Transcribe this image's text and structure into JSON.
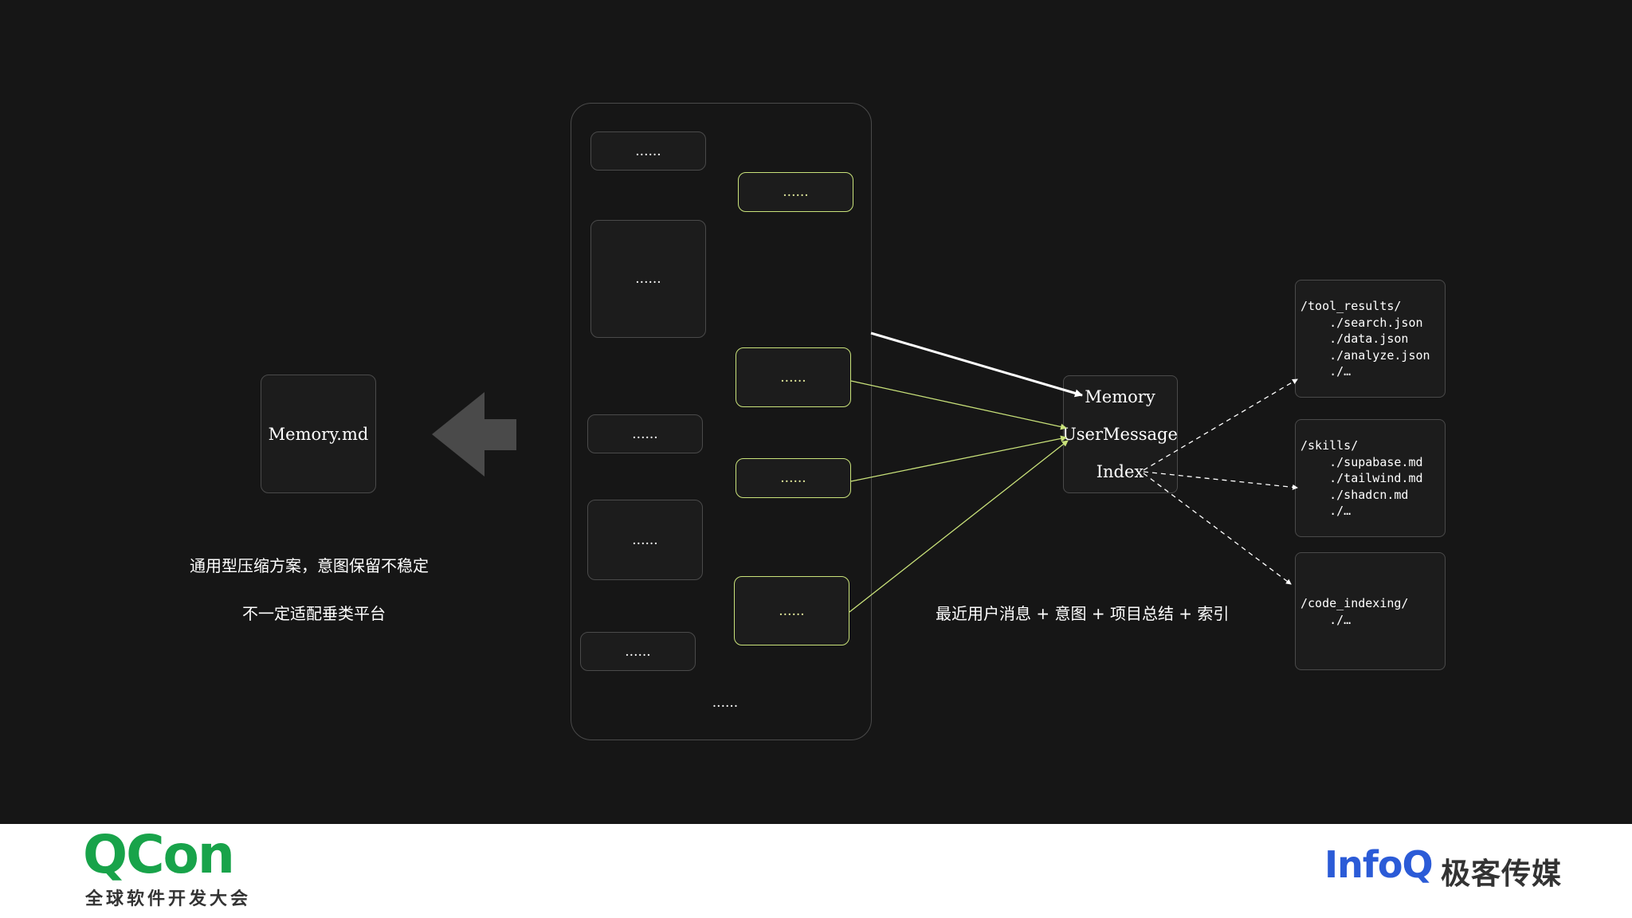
{
  "diagram": {
    "memory_md": "Memory.md",
    "placeholder": "......",
    "memory_box": {
      "line1": "Memory",
      "line2": "UserMessage",
      "line3": "Index"
    },
    "folders": {
      "tool_results": "/tool_results/\n    ./search.json\n    ./data.json\n    ./analyze.json\n    ./…",
      "skills": "/skills/\n    ./supabase.md\n    ./tailwind.md\n    ./shadcn.md\n    ./…",
      "code_indexing": "/code_indexing/\n    ./…"
    },
    "left_caption_1": "通用型压缩方案，意图保留不稳定",
    "left_caption_2": "不一定适配垂类平台",
    "right_caption": "最近用户消息 + 意图 + 项目总结 + 索引",
    "colors": {
      "background": "#161616",
      "highlight_green": "#c9e27a",
      "box_border": "#4a4a4a",
      "arrow_gray": "#4a4a4a"
    }
  },
  "footer": {
    "qcon_logo": "QCon",
    "qcon_subtitle": "全球软件开发大会",
    "infoq_logo": "InfoQ",
    "infoq_cn": "极客传媒"
  }
}
